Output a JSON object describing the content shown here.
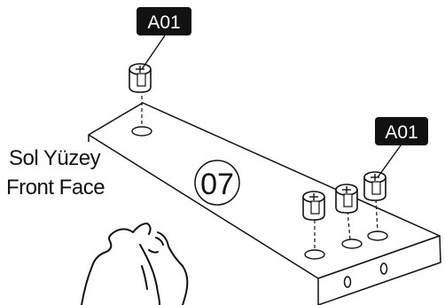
{
  "callouts": [
    {
      "id": "tag-top",
      "label": "A01"
    },
    {
      "id": "tag-right",
      "label": "A01"
    }
  ],
  "face_label": {
    "line1": "Sol Yüzey",
    "line2": "Front Face"
  },
  "part_number": "07",
  "icons": {
    "cam_lock": "cam-lock-fitting-icon",
    "hand": "hand-icon"
  },
  "colors": {
    "tag_bg": "#111111",
    "tag_text": "#ffffff",
    "line": "#111111"
  }
}
